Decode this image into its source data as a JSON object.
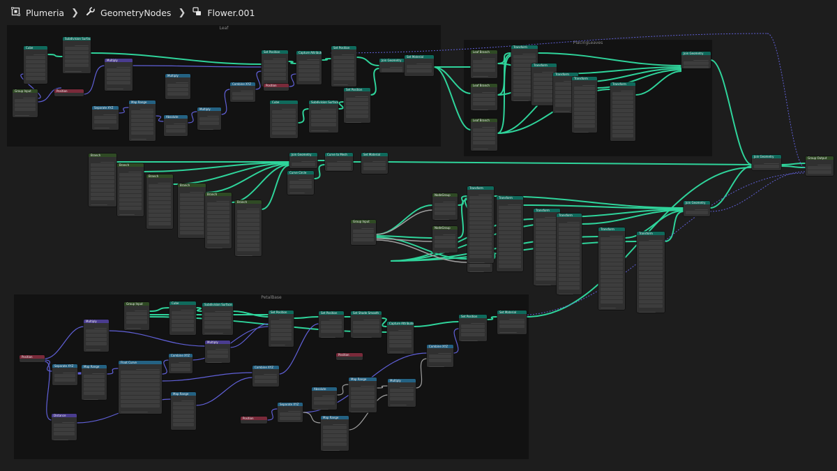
{
  "breadcrumb": {
    "object": "Plumeria",
    "modifier": "GeometryNodes",
    "node_tree": "Flower.001"
  },
  "frames": {
    "leaf": "Leaf",
    "placing_leaves": "PlacingLeaves",
    "petal_base": "PetalBase"
  },
  "colors": {
    "background": "#1d1d1d",
    "frame": "#121212",
    "node_body": "#303030",
    "geometry_wire": "#2fd49b",
    "vector_wire": "#6060d8",
    "float_wire": "#a0a0a0",
    "header_geometry": "#0f6a5c",
    "header_vector": "#4a3c8f",
    "header_input": "#7a2a3a",
    "header_converter": "#246283",
    "header_group": "#3a5a2a"
  },
  "nodes": [
    {
      "id": "n1",
      "title": "Cube",
      "h": "geometry"
    },
    {
      "id": "n2",
      "title": "Subdivision Surface",
      "h": "geometry"
    },
    {
      "id": "n3",
      "title": "Set Position",
      "h": "geometry"
    },
    {
      "id": "n4",
      "title": "Capture Attribute",
      "h": "geometry"
    },
    {
      "id": "n5",
      "title": "Set Position",
      "h": "geometry"
    },
    {
      "id": "n6",
      "title": "Join Geometry",
      "h": "geometry"
    },
    {
      "id": "n7",
      "title": "Set Material",
      "h": "geometry"
    },
    {
      "id": "n8",
      "title": "Group Input",
      "h": "group"
    },
    {
      "id": "n9",
      "title": "Multiply",
      "h": "vector"
    },
    {
      "id": "n10",
      "title": "Position",
      "h": "input"
    },
    {
      "id": "n11",
      "title": "Separate XYZ",
      "h": "converter"
    },
    {
      "id": "n12",
      "title": "Map Range",
      "h": "converter"
    },
    {
      "id": "n13",
      "title": "Multiply",
      "h": "converter"
    },
    {
      "id": "n14",
      "title": "Absolute",
      "h": "converter"
    },
    {
      "id": "n15",
      "title": "Multiply",
      "h": "converter"
    },
    {
      "id": "n16",
      "title": "Combine XYZ",
      "h": "converter"
    },
    {
      "id": "n17",
      "title": "Position",
      "h": "input"
    },
    {
      "id": "n18",
      "title": "Cube",
      "h": "geometry"
    },
    {
      "id": "n19",
      "title": "Subdivision Surface",
      "h": "geometry"
    },
    {
      "id": "n20",
      "title": "Set Position",
      "h": "geometry"
    },
    {
      "id": "n21",
      "title": "Leaf Branch",
      "h": "group"
    },
    {
      "id": "n22",
      "title": "Leaf Branch",
      "h": "group"
    },
    {
      "id": "n23",
      "title": "Leaf Branch",
      "h": "group"
    },
    {
      "id": "n24",
      "title": "Transform",
      "h": "geometry"
    },
    {
      "id": "n25",
      "title": "Transform",
      "h": "geometry"
    },
    {
      "id": "n26",
      "title": "Transform",
      "h": "geometry"
    },
    {
      "id": "n27",
      "title": "Transform",
      "h": "geometry"
    },
    {
      "id": "n28",
      "title": "Transform",
      "h": "geometry"
    },
    {
      "id": "n29",
      "title": "Join Geometry",
      "h": "geometry"
    },
    {
      "id": "n30",
      "title": "Branch",
      "h": "group"
    },
    {
      "id": "n31",
      "title": "Branch",
      "h": "group"
    },
    {
      "id": "n32",
      "title": "Branch",
      "h": "group"
    },
    {
      "id": "n33",
      "title": "Branch",
      "h": "group"
    },
    {
      "id": "n34",
      "title": "Branch",
      "h": "group"
    },
    {
      "id": "n35",
      "title": "Branch",
      "h": "group"
    },
    {
      "id": "n36",
      "title": "Join Geometry",
      "h": "geometry"
    },
    {
      "id": "n37",
      "title": "Curve to Mesh",
      "h": "geometry"
    },
    {
      "id": "n38",
      "title": "Set Material",
      "h": "geometry"
    },
    {
      "id": "n39",
      "title": "Curve Circle",
      "h": "geometry"
    },
    {
      "id": "n40",
      "title": "Join Geometry",
      "h": "geometry"
    },
    {
      "id": "n41",
      "title": "Group Output",
      "h": "group"
    },
    {
      "id": "n42",
      "title": "Group Input",
      "h": "group"
    },
    {
      "id": "n43",
      "title": "NodeGroup",
      "h": "group"
    },
    {
      "id": "n44",
      "title": "NodeGroup",
      "h": "group"
    },
    {
      "id": "n45",
      "title": "NodeGroup",
      "h": "group"
    },
    {
      "id": "n46",
      "title": "Transform",
      "h": "geometry"
    },
    {
      "id": "n47",
      "title": "Transform",
      "h": "geometry"
    },
    {
      "id": "n48",
      "title": "Transform",
      "h": "geometry"
    },
    {
      "id": "n49",
      "title": "Transform",
      "h": "geometry"
    },
    {
      "id": "n50",
      "title": "Transform",
      "h": "geometry"
    },
    {
      "id": "n51",
      "title": "Transform",
      "h": "geometry"
    },
    {
      "id": "n52",
      "title": "Join Geometry",
      "h": "geometry"
    },
    {
      "id": "n53",
      "title": "Group Input",
      "h": "group"
    },
    {
      "id": "n54",
      "title": "Cube",
      "h": "geometry"
    },
    {
      "id": "n55",
      "title": "Subdivision Surface",
      "h": "geometry"
    },
    {
      "id": "n56",
      "title": "Set Position",
      "h": "geometry"
    },
    {
      "id": "n57",
      "title": "Set Position",
      "h": "geometry"
    },
    {
      "id": "n58",
      "title": "Set Shade Smooth",
      "h": "geometry"
    },
    {
      "id": "n59",
      "title": "Capture Attribute",
      "h": "geometry"
    },
    {
      "id": "n60",
      "title": "Set Position",
      "h": "geometry"
    },
    {
      "id": "n61",
      "title": "Set Material",
      "h": "geometry"
    },
    {
      "id": "n62",
      "title": "Position",
      "h": "input"
    },
    {
      "id": "n63",
      "title": "Multiply",
      "h": "vector"
    },
    {
      "id": "n64",
      "title": "Multiply",
      "h": "vector"
    },
    {
      "id": "n65",
      "title": "Separate XYZ",
      "h": "converter"
    },
    {
      "id": "n66",
      "title": "Map Range",
      "h": "converter"
    },
    {
      "id": "n67",
      "title": "Float Curve",
      "h": "converter"
    },
    {
      "id": "n68",
      "title": "Combine XYZ",
      "h": "converter"
    },
    {
      "id": "n69",
      "title": "Map Range",
      "h": "converter"
    },
    {
      "id": "n70",
      "title": "Combine XYZ",
      "h": "converter"
    },
    {
      "id": "n71",
      "title": "Absolute",
      "h": "converter"
    },
    {
      "id": "n72",
      "title": "Map Range",
      "h": "converter"
    },
    {
      "id": "n73",
      "title": "Multiply",
      "h": "converter"
    },
    {
      "id": "n74",
      "title": "Combine XYZ",
      "h": "converter"
    },
    {
      "id": "n75",
      "title": "Position",
      "h": "input"
    },
    {
      "id": "n76",
      "title": "Distance",
      "h": "vector"
    },
    {
      "id": "n77",
      "title": "Position",
      "h": "input"
    },
    {
      "id": "n78",
      "title": "Separate XYZ",
      "h": "converter"
    },
    {
      "id": "n79",
      "title": "Map Range",
      "h": "converter"
    }
  ]
}
